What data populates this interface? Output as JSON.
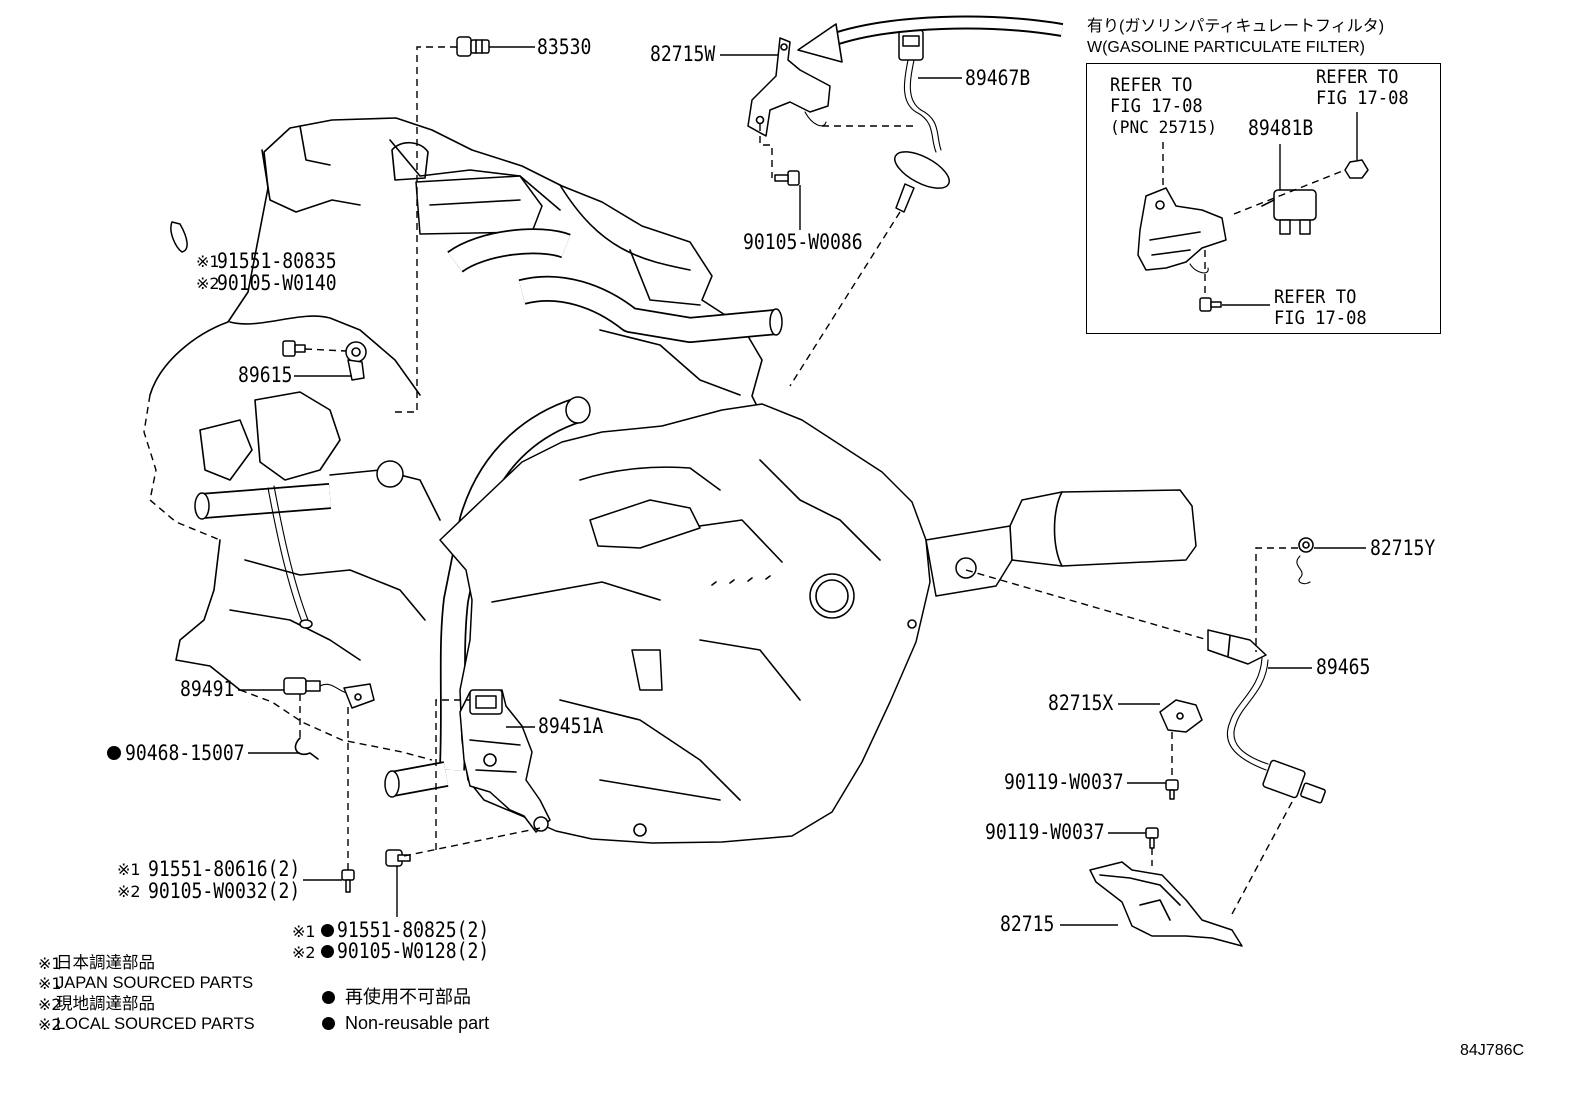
{
  "header": {
    "gpf_jp": "有り(ガソリンパティキュレートフィルタ)",
    "gpf_en": "W(GASOLINE PARTICULATE FILTER)"
  },
  "marks": {
    "m1": "※1",
    "m2": "※2"
  },
  "parts": {
    "p83530": "83530",
    "p82715W": "82715W",
    "p89467B": "89467B",
    "p90105_W0086": "90105-W0086",
    "p91551_80835": "91551-80835",
    "p90105_W0140": "90105-W0140",
    "p89615": "89615",
    "p89491": "89491",
    "p90468_15007": "90468-15007",
    "p89451A": "89451A",
    "p91551_80616": "91551-80616(2)",
    "p90105_W0032": "90105-W0032(2)",
    "p91551_80825": "91551-80825(2)",
    "p90105_W0128": "90105-W0128(2)",
    "p82715Y": "82715Y",
    "p89465": "89465",
    "p82715X": "82715X",
    "p90119_W0037_a": "90119-W0037",
    "p90119_W0037_b": "90119-W0037",
    "p82715": "82715"
  },
  "box": {
    "refer_a": [
      "REFER TO",
      "FIG 17-08",
      "(PNC 25715)"
    ],
    "refer_b": [
      "REFER TO",
      "FIG 17-08"
    ],
    "refer_c": [
      "REFER TO",
      "FIG 17-08"
    ],
    "part": "89481B"
  },
  "legend": {
    "m1_jp": "日本調達部品",
    "m1_en": "JAPAN SOURCED PARTS",
    "m2_jp": "現地調達部品",
    "m2_en": "LOCAL SOURCED PARTS",
    "nr_jp": "再使用不可部品",
    "nr_en": "Non-reusable part"
  },
  "icons": {
    "non_reusable": "filled-circle-icon",
    "gpf_pointer": "curved-arrow-icon"
  },
  "colors": {
    "ink": "#000000",
    "paper": "#ffffff"
  },
  "drawing_number": "84J786C"
}
